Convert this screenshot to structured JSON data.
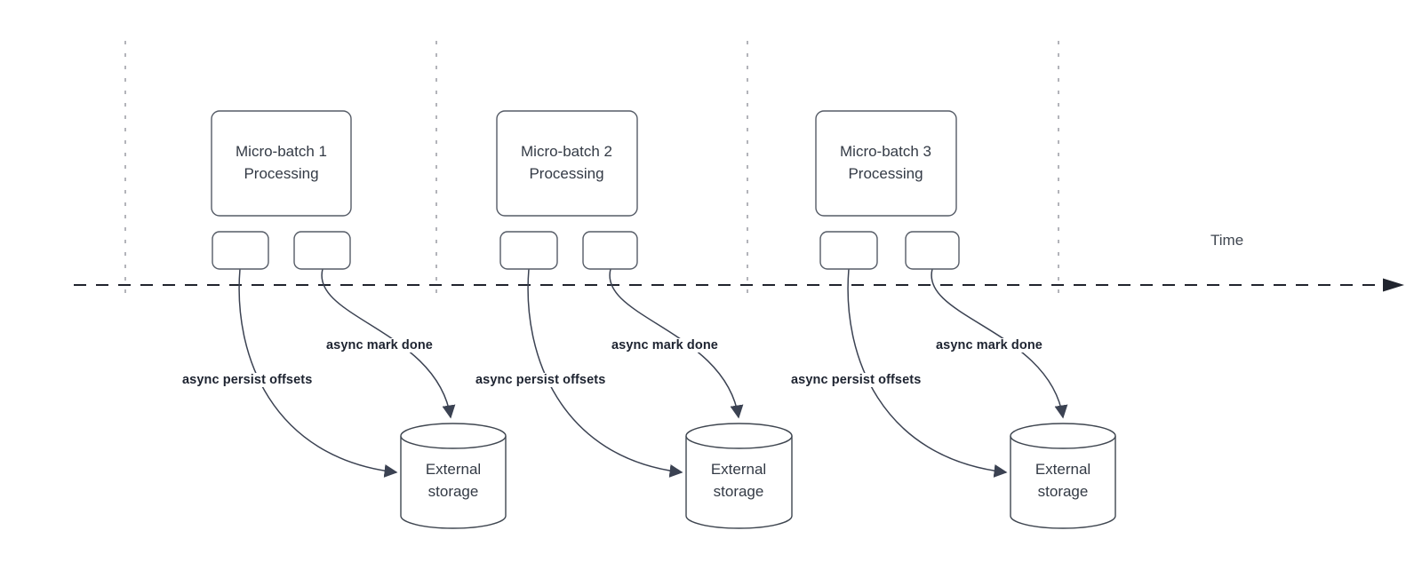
{
  "diagram": {
    "time_label": "Time",
    "batches": [
      {
        "title": "Micro-batch 1 Processing",
        "persist_label": "async persist offsets",
        "mark_done_label": "async mark done",
        "storage_label": "External storage"
      },
      {
        "title": "Micro-batch 2 Processing",
        "persist_label": "async persist offsets",
        "mark_done_label": "async mark done",
        "storage_label": "External storage"
      },
      {
        "title": "Micro-batch 3 Processing",
        "persist_label": "async persist offsets",
        "mark_done_label": "async mark done",
        "storage_label": "External storage"
      }
    ],
    "colors": {
      "background": "#ffffff",
      "guide_dash": "#9a9ca3",
      "time_axis": "#20242e",
      "arrow": "#3b4252",
      "shape_border": "#555b66",
      "shape_text": "#333a45",
      "async_label_text": "#1d2330"
    }
  }
}
